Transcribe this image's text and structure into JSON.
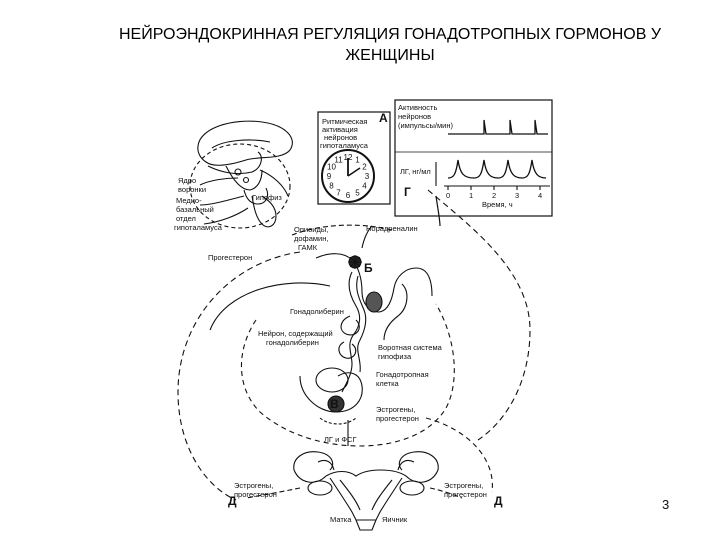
{
  "title_line1": "НЕЙРОЭНДОКРИННАЯ РЕГУЛЯЦИЯ ГОНАДОТРОПНЫХ ГОРМОНОВ У",
  "title_line2": "ЖЕНЩИНЫ",
  "page_number": "3",
  "markers": {
    "a": "А",
    "b": "Б",
    "v": "В",
    "g": "Г",
    "d_left": "Д",
    "d_right": "Д"
  },
  "labels": {
    "nuclei": [
      "Ядро",
      "воронки"
    ],
    "mediobasal": [
      "Медио-",
      "базальный",
      "отдел",
      "гипоталамуса"
    ],
    "hypophysis": "Гипофиз",
    "rhythmic": [
      "Ритмическая",
      "активация",
      "нейронов",
      "гипоталамуса"
    ],
    "activity": [
      "Активность",
      "нейронов",
      "(импульсы/мин)"
    ],
    "lh_units": "ЛГ, нг/мл",
    "time_axis": "Время, ч",
    "time_ticks": [
      "0",
      "1",
      "2",
      "3",
      "4"
    ],
    "clock_numbers": [
      "12",
      "1",
      "2",
      "3",
      "4",
      "5",
      "6",
      "7",
      "8",
      "9",
      "10",
      "11"
    ],
    "opioids": [
      "Опиоиды,",
      "дофамин,",
      "ГАМК"
    ],
    "noradrenaline": "Норадреналин",
    "progesterone": "Прогестерон",
    "gonadoliberin": "Гонадолиберин",
    "neuron": [
      "Нейрон, содержащий",
      "гонадолиберин"
    ],
    "portal": [
      "Воротная система",
      "гипофиза"
    ],
    "gonadotropic": [
      "Гонадотропная",
      "клетка"
    ],
    "estrogen_prog": [
      "Эстрогены,",
      "прогестерон"
    ],
    "lh_fsh": "ЛГ и ФСГ",
    "estrogens_left": [
      "Эстрогены,",
      "прогестерон"
    ],
    "estrogens_right": [
      "Эстрогены,",
      "прогестерон"
    ],
    "uterus": "Матка",
    "ovary": "Яичник"
  }
}
